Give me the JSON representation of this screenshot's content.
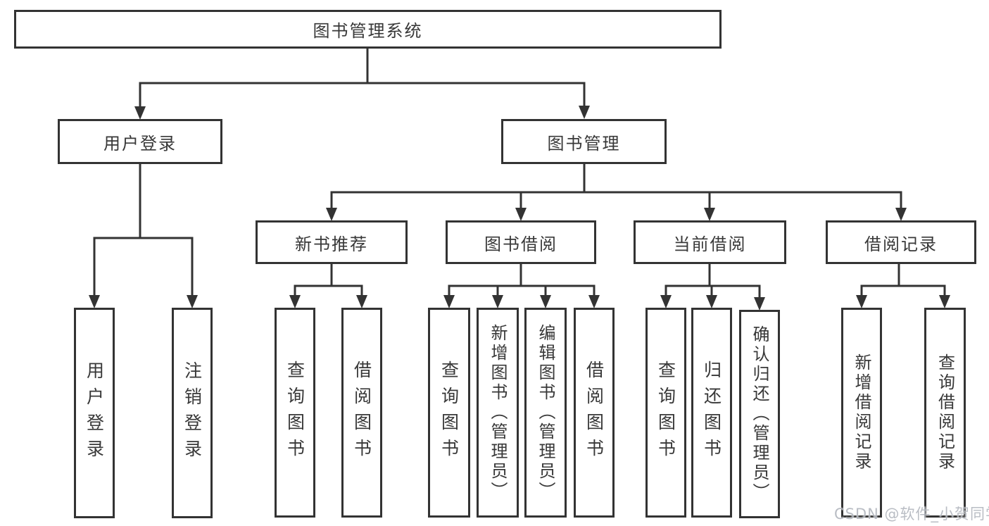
{
  "tree": {
    "label": "图书管理系统",
    "children": [
      {
        "label": "用户登录",
        "children": [
          {
            "label": "用户登录"
          },
          {
            "label": "注销登录"
          }
        ]
      },
      {
        "label": "图书管理",
        "children": [
          {
            "label": "新书推荐",
            "children": [
              {
                "label": "查询图书"
              },
              {
                "label": "借阅图书"
              }
            ]
          },
          {
            "label": "图书借阅",
            "children": [
              {
                "label": "查询图书"
              },
              {
                "label": "新增图书（管理员）"
              },
              {
                "label": "编辑图书（管理员）"
              },
              {
                "label": "借阅图书"
              }
            ]
          },
          {
            "label": "当前借阅",
            "children": [
              {
                "label": "查询图书"
              },
              {
                "label": "归还图书"
              },
              {
                "label": "确认归还（管理员）"
              }
            ]
          },
          {
            "label": "借阅记录",
            "children": [
              {
                "label": "新增借阅记录"
              },
              {
                "label": "查询借阅记录"
              }
            ]
          }
        ]
      }
    ]
  },
  "watermark": {
    "text": "CSDN @软件_小贺同学"
  },
  "colors": {
    "line": "#333333",
    "box_border": "#333333",
    "text": "#383838",
    "watermark": "#b4b8bf",
    "background": "#ffffff"
  }
}
